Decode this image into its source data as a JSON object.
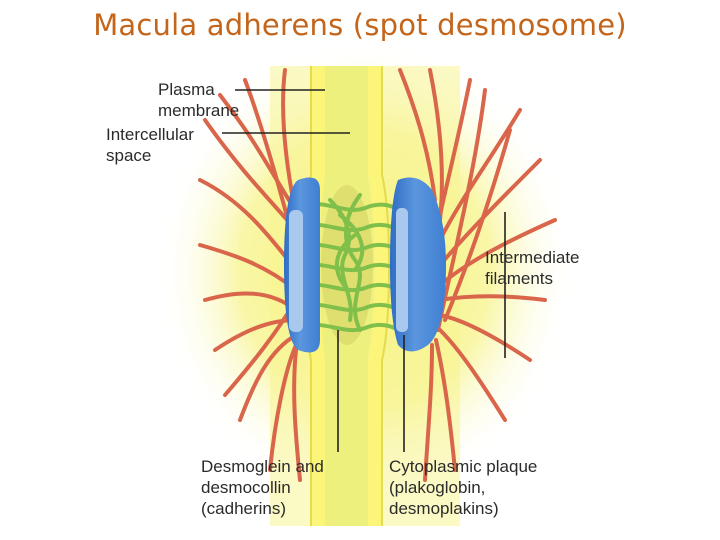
{
  "slide": {
    "title": "Macula adherens (spot desmosome)"
  },
  "labels": {
    "plasma_membrane": [
      "Plasma",
      "membrane"
    ],
    "intercellular_space": [
      "Intercellular",
      "space"
    ],
    "intermediate_filaments": [
      "Intermediate",
      "filaments"
    ],
    "desmoglein": [
      "Desmoglein and",
      "desmocollin",
      "(cadherins)"
    ],
    "cytoplasmic_plaque": [
      "Cytoplasmic plaque",
      "(plakoglobin,",
      "desmoplakins)"
    ]
  },
  "colors": {
    "title": "#c3651b",
    "cytoplasm": "#f6f38a",
    "membrane": "#fbf57a",
    "intercellular_space": "#e9ee7c",
    "plaque": "#4a86d6",
    "plaque_highlight": "#a9c8ee",
    "cadherin": "#7fbf4a",
    "intermediate_filament": "#d9664a",
    "leader_line": "#222222",
    "label_text": "#2b2b2b"
  }
}
